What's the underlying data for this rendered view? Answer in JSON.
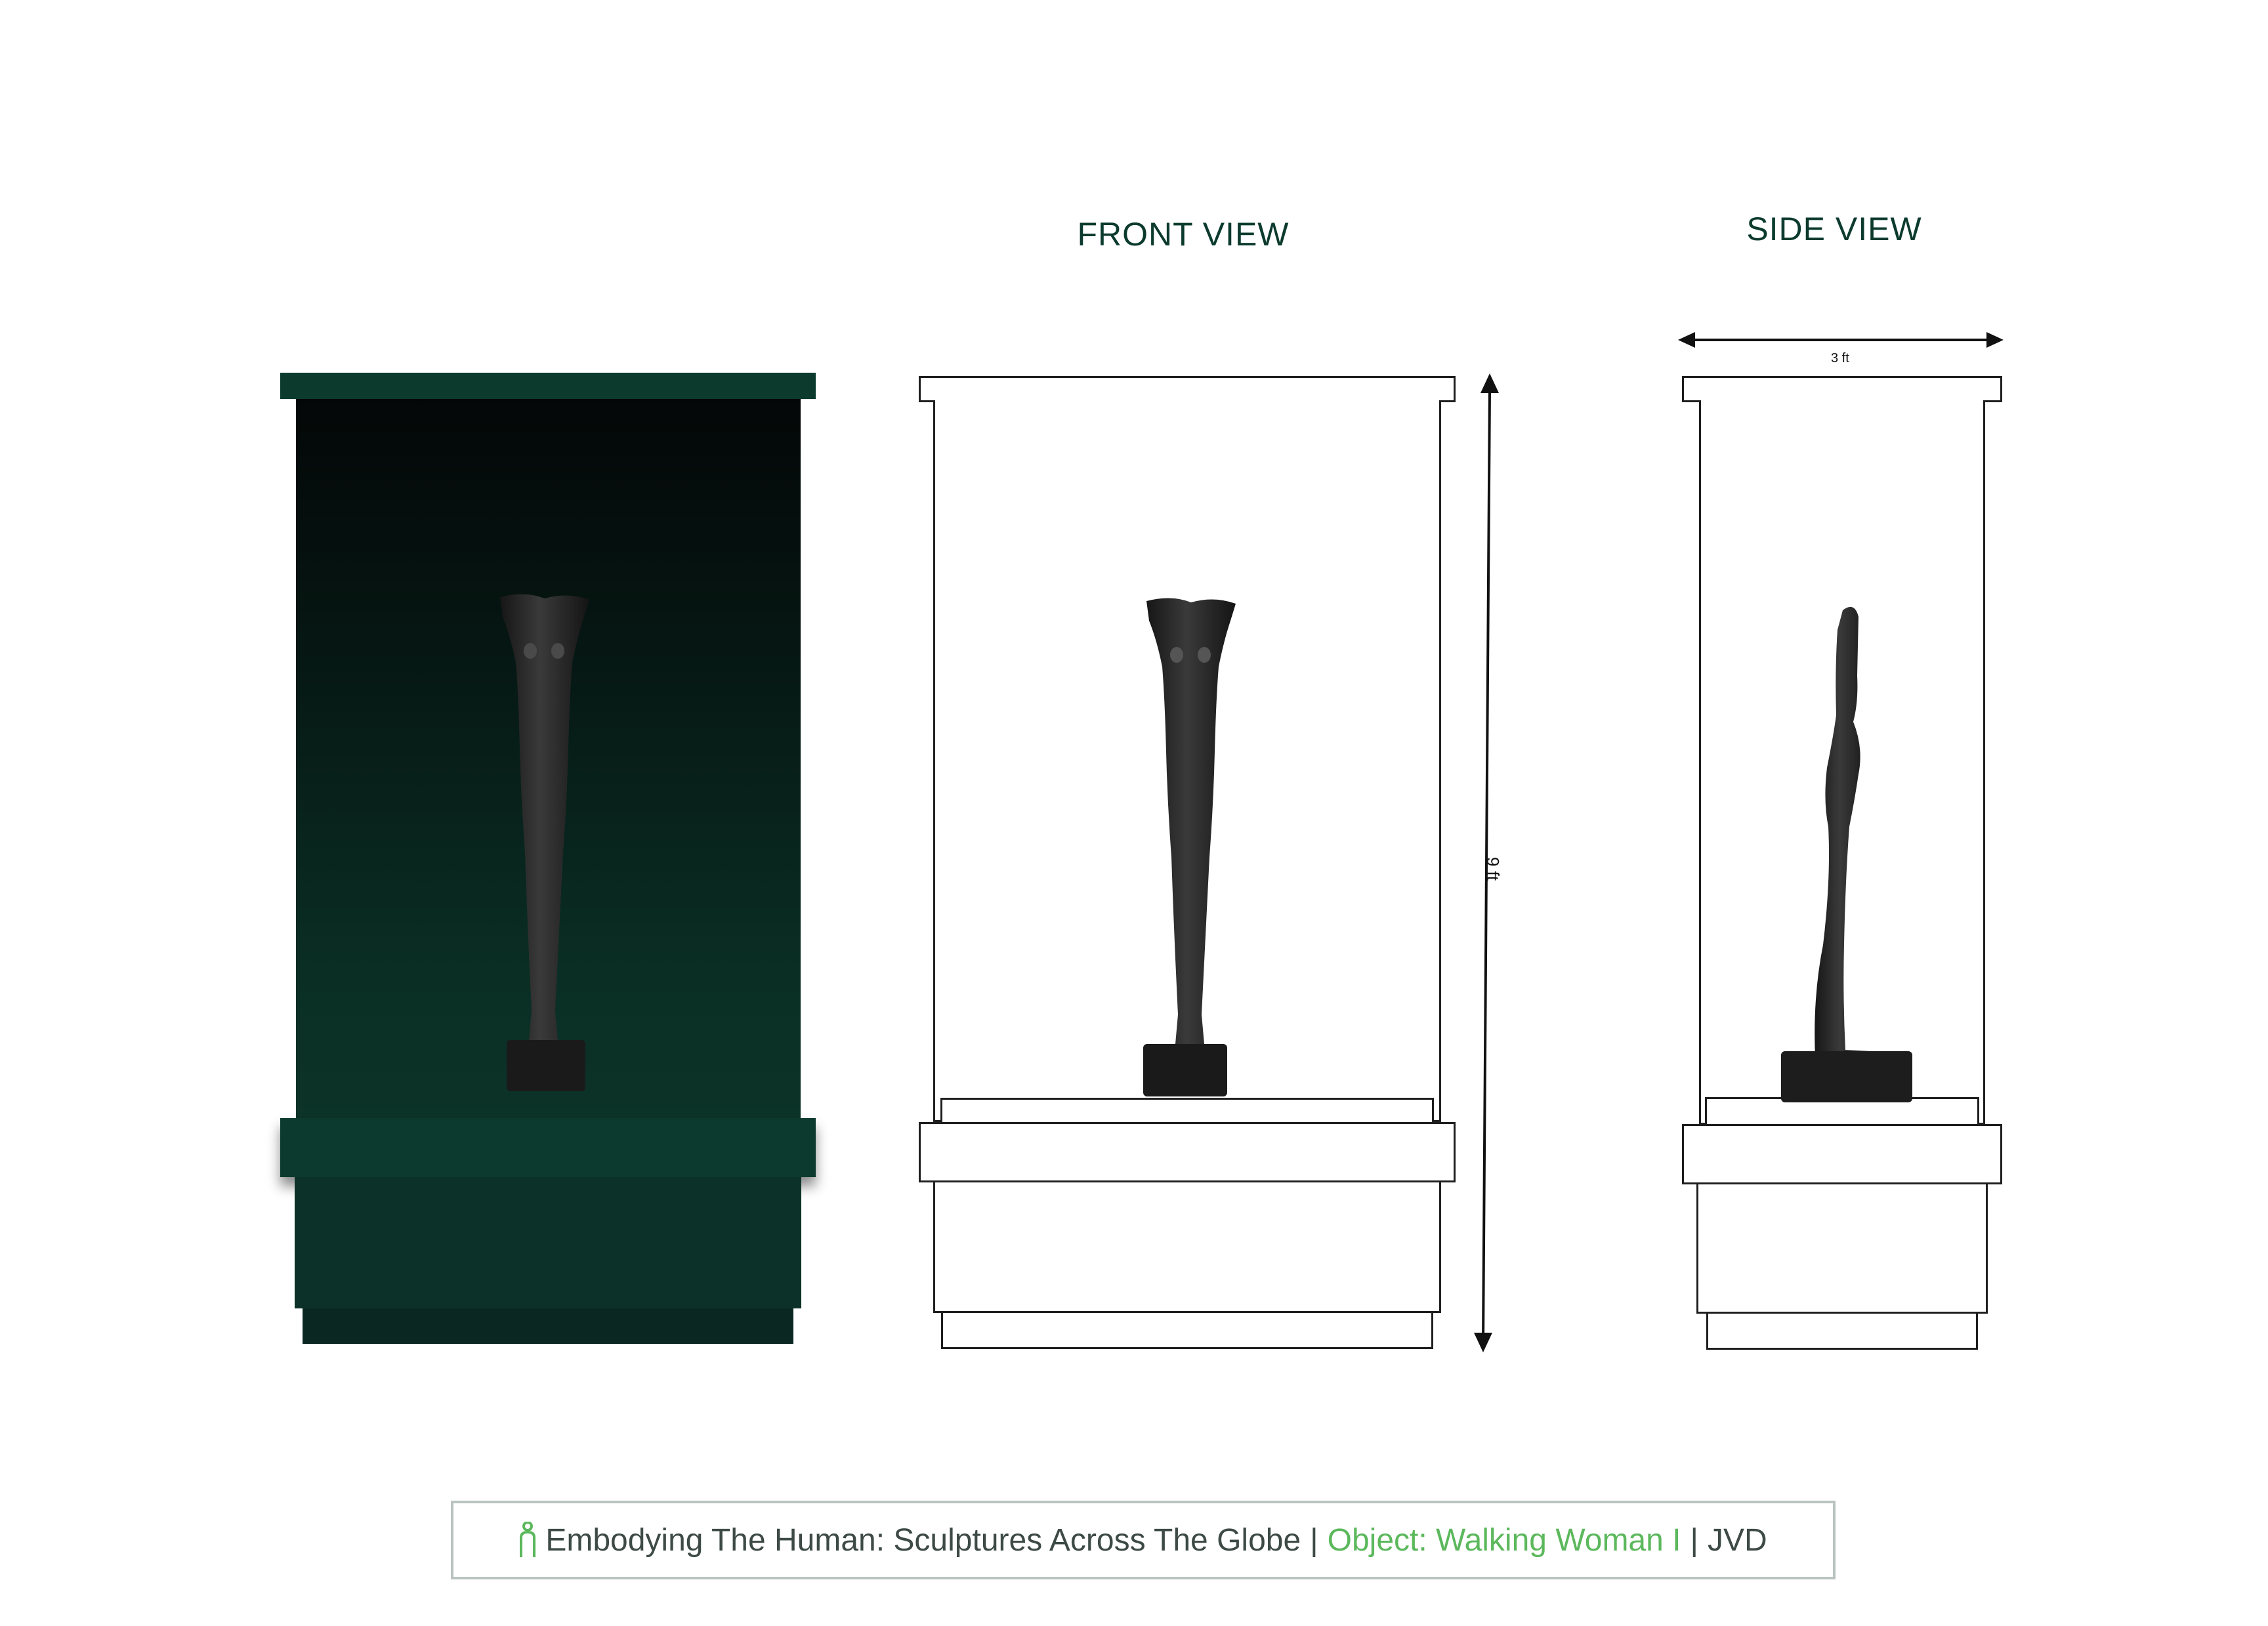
{
  "headings": {
    "front_view": "FRONT VIEW",
    "side_view": "SIDE VIEW"
  },
  "dimensions": {
    "height_label": "9 ft",
    "width_label": "3 ft"
  },
  "footer": {
    "icon": "person-icon",
    "exhibition": "Embodying The Human: Sculptures Across The Globe",
    "separator_1": "|",
    "object": "Object: Walking Woman I",
    "separator_2": "|",
    "author": "JVD"
  },
  "colors": {
    "case_dark_green": "#0c3b2e",
    "case_interior_top": "#040808",
    "case_interior_bottom": "#0a3026",
    "accent_green": "#5cb85c",
    "heading_green": "#0c3b2e",
    "sculpture_bronze": "#2a2a2a"
  }
}
